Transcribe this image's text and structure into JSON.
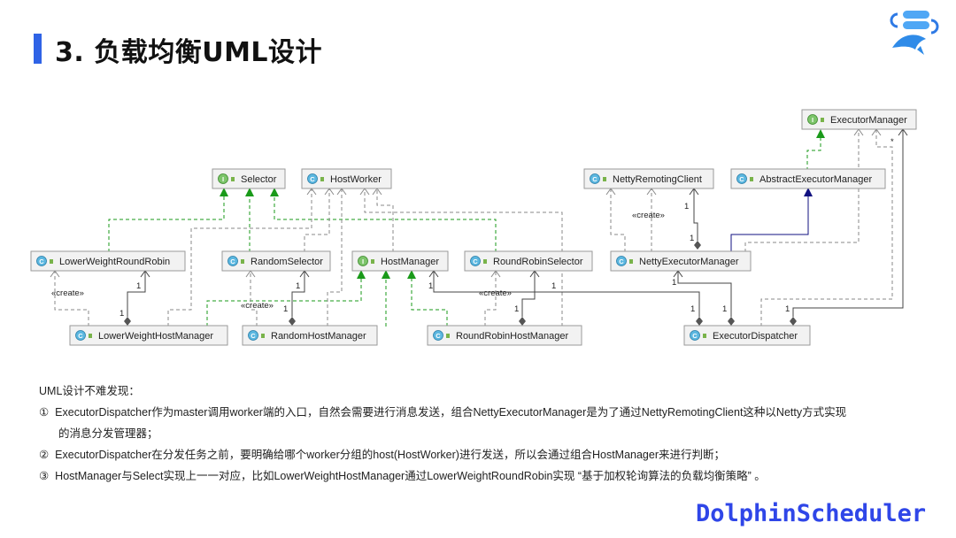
{
  "slide": {
    "title": "3. 负载均衡UML设计",
    "brand": "DolphinScheduler"
  },
  "diagram": {
    "classes": {
      "executor_manager": {
        "label": "ExecutorManager",
        "kind": "I"
      },
      "selector": {
        "label": "Selector",
        "kind": "I"
      },
      "host_worker": {
        "label": "HostWorker",
        "kind": "C"
      },
      "netty_remoting_client": {
        "label": "NettyRemotingClient",
        "kind": "C"
      },
      "abstract_executor_manager": {
        "label": "AbstractExecutorManager",
        "kind": "C"
      },
      "lower_weight_round_robin": {
        "label": "LowerWeightRoundRobin",
        "kind": "C"
      },
      "random_selector": {
        "label": "RandomSelector",
        "kind": "C"
      },
      "host_manager": {
        "label": "HostManager",
        "kind": "I"
      },
      "round_robin_selector": {
        "label": "RoundRobinSelector",
        "kind": "C"
      },
      "netty_executor_manager": {
        "label": "NettyExecutorManager",
        "kind": "C"
      },
      "lower_weight_host_manager": {
        "label": "LowerWeightHostManager",
        "kind": "C"
      },
      "random_host_manager": {
        "label": "RandomHostManager",
        "kind": "C"
      },
      "round_robin_host_manager": {
        "label": "RoundRobinHostManager",
        "kind": "C"
      },
      "executor_dispatcher": {
        "label": "ExecutorDispatcher",
        "kind": "C"
      }
    },
    "labels": {
      "create": "«create»",
      "one": "1",
      "many": "*"
    }
  },
  "notes": {
    "intro": "UML设计不难发现：",
    "n1_marker": "①",
    "n1_line1": "ExecutorDispatcher作为master调用worker端的入口，自然会需要进行消息发送，组合NettyExecutorManager是为了通过NettyRemotingClient这种以Netty方式实现",
    "n1_line2": "的消息分发管理器；",
    "n2_marker": "②",
    "n2_text": "ExecutorDispatcher在分发任务之前，要明确给哪个worker分组的host(HostWorker)进行发送，所以会通过组合HostManager来进行判断；",
    "n3_marker": "③",
    "n3_text": "HostManager与Select实现上一一对应，比如LowerWeightHostManager通过LowerWeightRoundRobin实现 “基于加权轮询算法的负载均衡策略” 。"
  },
  "colors": {
    "accent_blue": "#2f63e6",
    "brand_blue": "#2f46e8",
    "realize_green": "#1a9a1a",
    "extends_navy": "#101080",
    "box_fill": "#f2f2f2",
    "box_border": "#9a9a9a"
  }
}
